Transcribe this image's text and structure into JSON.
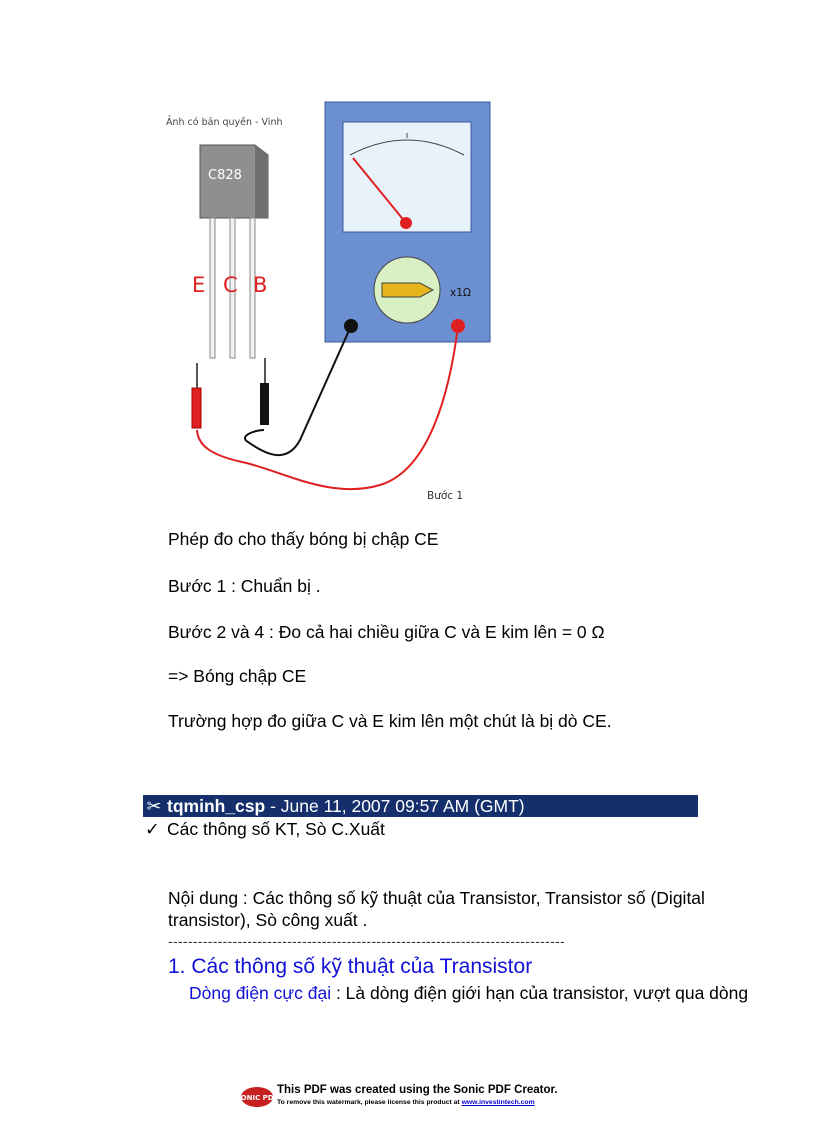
{
  "figure": {
    "copyright": "Ảnh có bản quyền - Vinh",
    "transistor_model": "C828",
    "pins": {
      "e": "E",
      "c": "C",
      "b": "B"
    },
    "range": "x1Ω",
    "caption": "Bước 1"
  },
  "paragraphs": [
    "Phép đo cho thấy bóng bị chập CE",
    "Bước 1 : Chuẩn bị .",
    "Bước 2 và 4 : Đo cả hai chiều giữa C và E kim lên = 0 Ω",
    "=> Bóng chập CE",
    "Trường hợp đo giữa C và E kim lên một chút là bị dò CE."
  ],
  "post": {
    "username": "tqminh_csp",
    "meta": " - June 11, 2007 09:57 AM (GMT)",
    "subject": "Các thông số KT, Sò C.Xuất"
  },
  "content": {
    "summary": "Nội dung : Các thông số kỹ thuật của Transistor, Transistor số (Digital transistor), Sò công xuất .",
    "divider": "--------------------------------------------------------------------------------",
    "heading": "1. Các thông số kỹ thuật của Transistor",
    "term": "Dòng điện cực đại",
    "term_text": " : Là dòng điện giới hạn của transistor, vượt qua dòng"
  },
  "watermark": {
    "logo": "SONIC PDF",
    "line1_prefix": "This PDF was created using the ",
    "line1_brand": "Sonic PDF Creator.",
    "line2_prefix": "To remove this watermark, please license this product at ",
    "line2_link": "www.investintech.com"
  }
}
